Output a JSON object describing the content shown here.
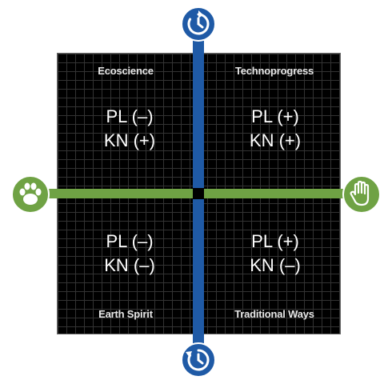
{
  "quadrants": {
    "top_left": {
      "title": "Ecoscience",
      "pl": "PL (–)",
      "kn": "KN (+)"
    },
    "top_right": {
      "title": "Technoprogress",
      "pl": "PL (+)",
      "kn": "KN (+)"
    },
    "bottom_left": {
      "title": "Earth Spirit",
      "pl": "PL (–)",
      "kn": "KN (–)"
    },
    "bottom_right": {
      "title": "Traditional Ways",
      "pl": "PL (+)",
      "kn": "KN (–)"
    }
  },
  "icons": {
    "top": "clock-forward-icon",
    "bottom": "clock-backward-icon",
    "left": "paw-icon",
    "right": "hand-icon"
  },
  "colors": {
    "vertical_axis": "#1f5aa6",
    "horizontal_axis": "#6fa244",
    "grid_background": "#000000"
  }
}
